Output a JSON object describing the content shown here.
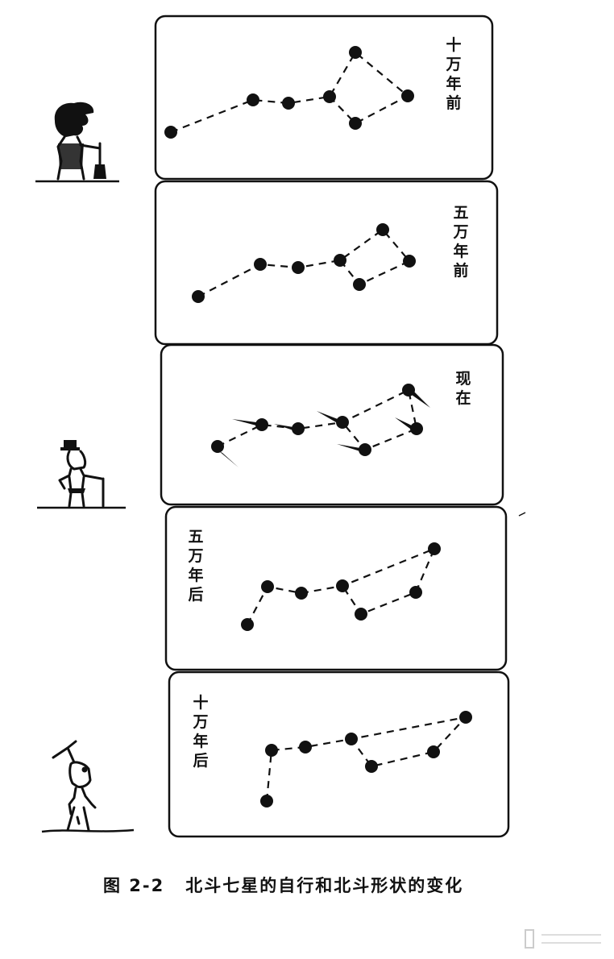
{
  "figure": {
    "caption_number": "图 2-2",
    "caption_text": "北斗七星的自行和北斗形状的变化",
    "panels": [
      {
        "label": "十万年前",
        "time": "100,000 years ago"
      },
      {
        "label": "五万年前",
        "time": "50,000 years ago"
      },
      {
        "label": "现在",
        "time": "present"
      },
      {
        "label": "五万年后",
        "time": "50,000 years later"
      },
      {
        "label": "十万年后",
        "time": "100,000 years later"
      }
    ],
    "figures": [
      {
        "name": "caveman",
        "panel": 1
      },
      {
        "name": "modern-man",
        "panel": 3
      },
      {
        "name": "future-man",
        "panel": 5
      }
    ],
    "colors": {
      "ink": "#111111",
      "background": "#ffffff"
    }
  }
}
